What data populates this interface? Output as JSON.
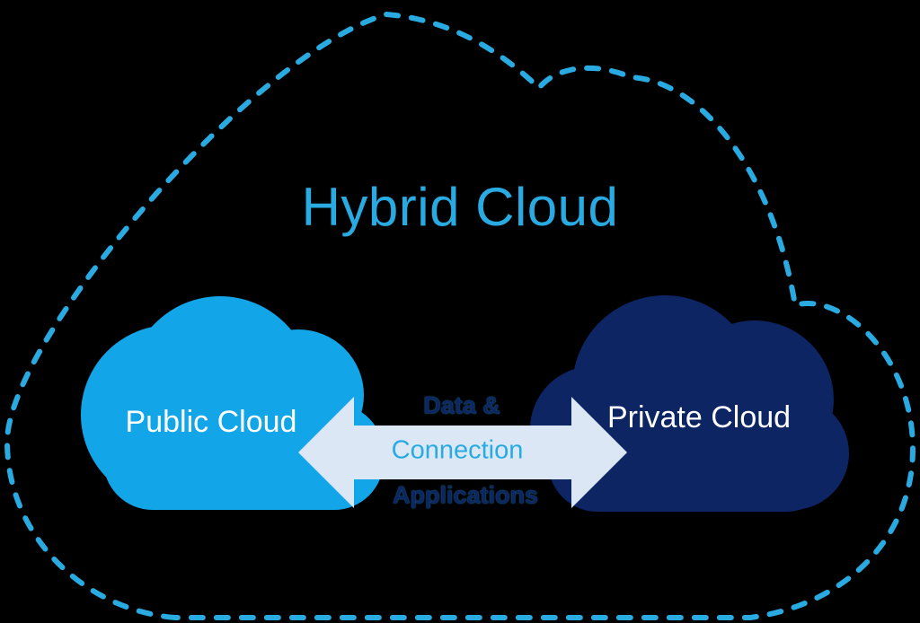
{
  "diagram": {
    "title": "Hybrid Cloud",
    "background_color": "#000000",
    "outline_cloud": {
      "label": "Hybrid Cloud",
      "stroke_color": "#29ABE2",
      "style": "dashed"
    },
    "nodes": [
      {
        "label": "Public Cloud",
        "fill_color": "#12A6E9",
        "label_color": "#FFFFFF"
      },
      {
        "label": "Private Cloud",
        "fill_color": "#0E2563",
        "label_color": "#FFFFFF"
      }
    ],
    "connection": {
      "labels": {
        "top": "Data &",
        "middle": "Connection",
        "bottom": "Applications"
      },
      "arrow_fill": "#DBE7F5",
      "middle_label_color": "#29ABE2",
      "outer_label_color": "#0E2563"
    }
  }
}
